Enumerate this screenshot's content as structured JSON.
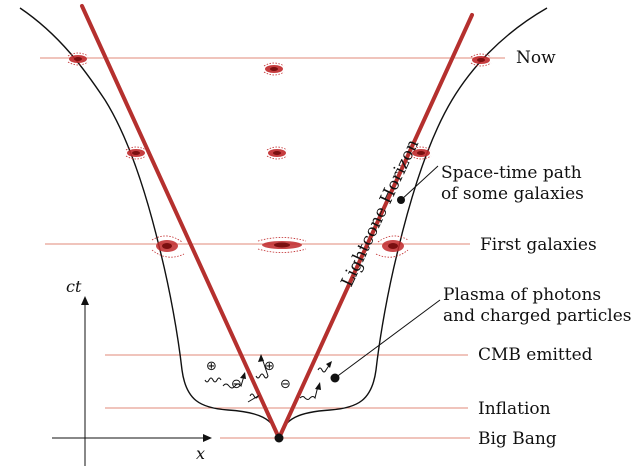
{
  "diagram": {
    "colors": {
      "timeline": "#e08a7a",
      "horizon": "#b5302e",
      "galaxy": "#c0282a",
      "ink": "#111111"
    },
    "labels": {
      "now": "Now",
      "spacetime_path_1": "Space-time path",
      "spacetime_path_2": "of some galaxies",
      "first_galaxies": "First galaxies",
      "plasma_1": "Plasma of photons",
      "plasma_2": "and charged particles",
      "cmb": "CMB emitted",
      "inflation": "Inflation",
      "big_bang": "Big Bang",
      "horizon": "Lightcone Horizon"
    },
    "axes": {
      "x_label": "x",
      "y_label": "ct"
    },
    "particles": {
      "plus": "⊕",
      "minus": "⊖"
    }
  }
}
